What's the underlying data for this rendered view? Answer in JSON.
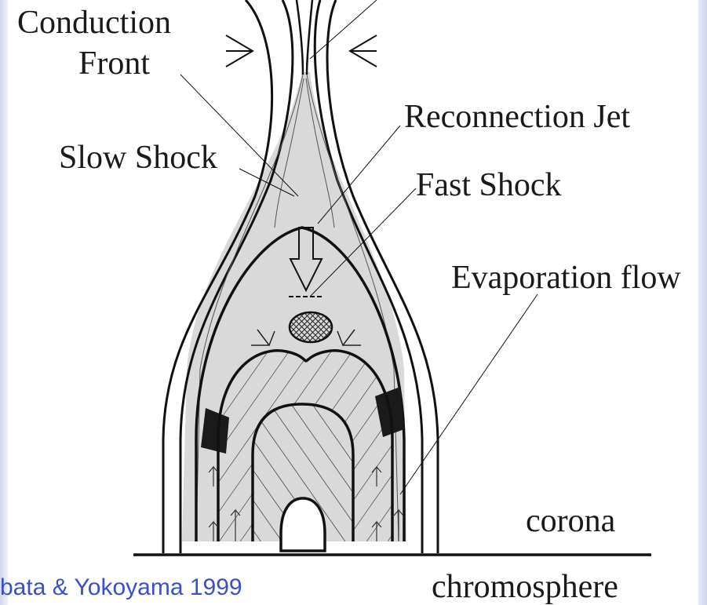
{
  "diagram": {
    "labels": {
      "conduction_line1": "Conduction",
      "conduction_line2": "Front",
      "reconnection_jet": "Reconnection Jet",
      "slow_shock": "Slow Shock",
      "fast_shock": "Fast Shock",
      "evaporation_flow": "Evaporation flow",
      "corona": "corona",
      "chromosphere": "chromosphere"
    },
    "colors": {
      "ink": "#111111",
      "fill": "#d9d9d9",
      "dark_fill": "#1a1a1a",
      "citation": "#3a4fc8"
    }
  },
  "citation": "bata & Yokoyama 1999"
}
